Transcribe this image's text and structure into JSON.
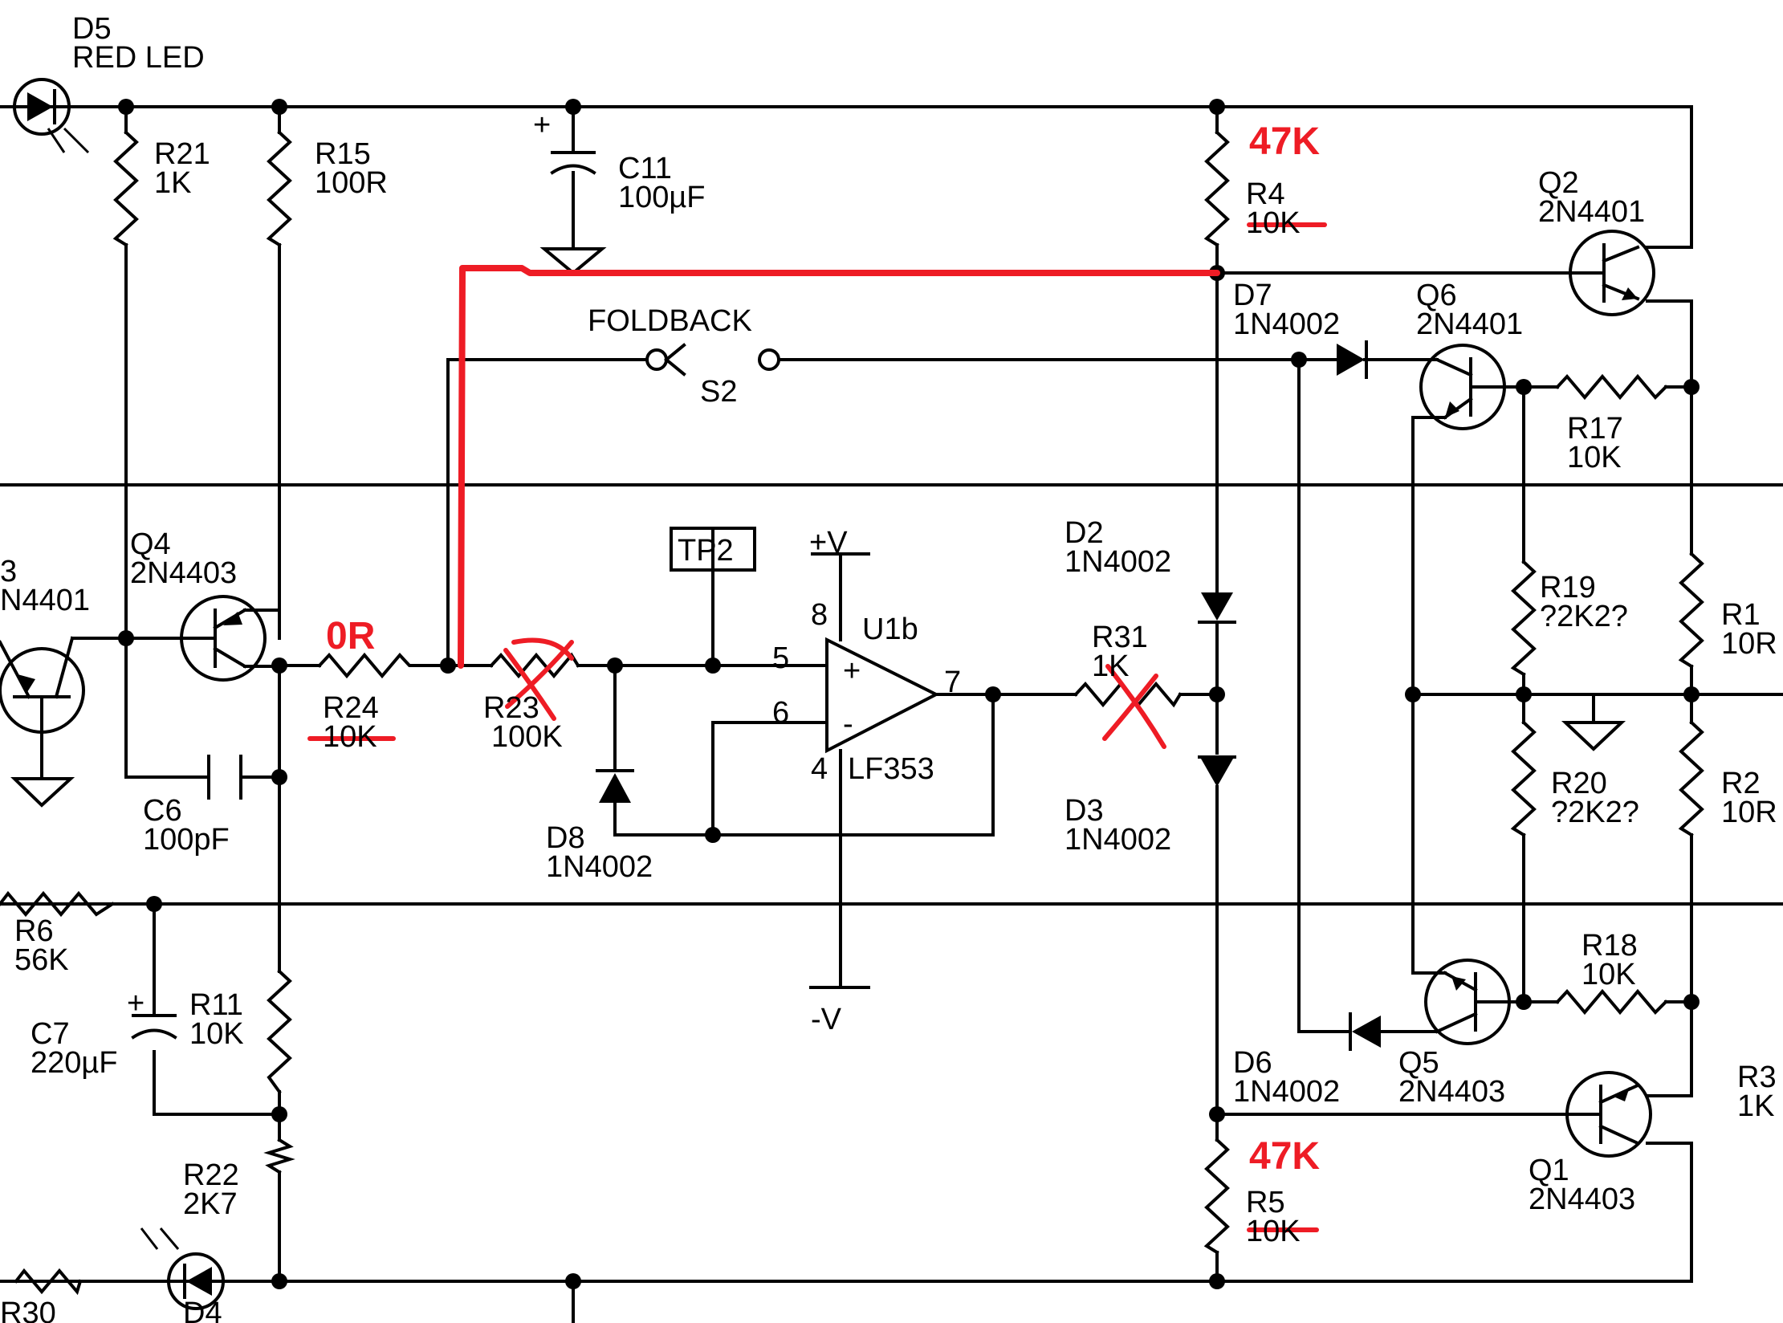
{
  "labels": {
    "d5_ref": "D5",
    "d5_val": "RED LED",
    "r21_ref": "R21",
    "r21_val": "1K",
    "r15_ref": "R15",
    "r15_val": "100R",
    "c11_ref": "C11",
    "c11_val": "100µF",
    "r4_ref": "R4",
    "r4_val": "10K",
    "q2_ref": "Q2",
    "q2_val": "2N4401",
    "foldback": "FOLDBACK",
    "s2_ref": "S2",
    "d7_ref": "D7",
    "d7_val": "1N4002",
    "q6_ref": "Q6",
    "q6_val": "2N4401",
    "r17_ref": "R17",
    "r17_val": "10K",
    "q3_ref": "3",
    "q3_val": "N4401",
    "q4_ref": "Q4",
    "q4_val": "2N4403",
    "tp2": "TP2",
    "plus_v": "+V",
    "pin8": "8",
    "u1b": "U1b",
    "d2_ref": "D2",
    "d2_val": "1N4002",
    "r19_ref": "R19",
    "r19_val": "?2K2?",
    "r1_ref": "R1",
    "r1_val": "10R",
    "r24_ref": "R24",
    "r24_val": "10K",
    "r23_ref": "R23",
    "r23_val": "100K",
    "pin5": "5",
    "pin6": "6",
    "pin7": "7",
    "pin4": "4",
    "op_plus": "+",
    "op_minus": "-",
    "lf353": "LF353",
    "r31_ref": "R31",
    "r31_val": "1K",
    "d3_ref": "D3",
    "d3_val": "1N4002",
    "r20_ref": "R20",
    "r20_val": "?2K2?",
    "r2_ref": "R2",
    "r2_val": "10R",
    "c6_ref": "C6",
    "c6_val": "100pF",
    "d8_ref": "D8",
    "d8_val": "1N4002",
    "r6_ref": "R6",
    "r6_val": "56K",
    "c7_ref": "C7",
    "c7_val": "220µF",
    "r11_ref": "R11",
    "r11_val": "10K",
    "minus_v": "-V",
    "r18_ref": "R18",
    "r18_val": "10K",
    "d6_ref": "D6",
    "d6_val": "1N4002",
    "q5_ref": "Q5",
    "q5_val": "2N4403",
    "r3_ref": "R3",
    "r3_val": "1K",
    "r5_ref": "R5",
    "r5_val": "10K",
    "q1_ref": "Q1",
    "q1_val": "2N4403",
    "r22_ref": "R22",
    "r22_val": "2K7",
    "r30_ref": "R30",
    "d4_ref": "D4",
    "c_plus": "+"
  },
  "annotations": {
    "r4_new": "47K",
    "r5_new": "47K",
    "r24_new": "0R"
  },
  "colors": {
    "annotation": "#ee1c25",
    "wire": "#000000"
  }
}
